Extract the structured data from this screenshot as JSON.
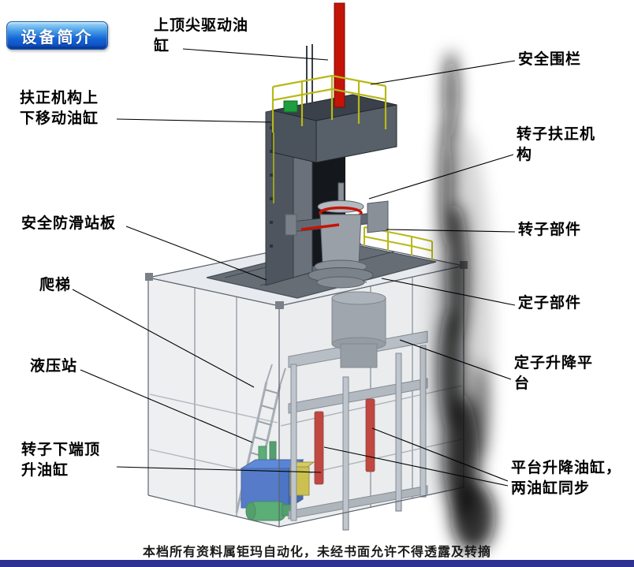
{
  "badge": {
    "label": "设备简介"
  },
  "callouts": {
    "top_tip_cylinder": {
      "label": "上顶尖驱动油\n缸"
    },
    "safety_fence": {
      "label": "安全围栏"
    },
    "centering_updown_cylinder": {
      "label": "扶正机构上\n下移动油缸"
    },
    "rotor_centering_mechanism": {
      "label": "转子扶正机\n构"
    },
    "antislip_platform": {
      "label": "安全防滑站板"
    },
    "rotor_parts": {
      "label": "转子部件"
    },
    "ladder": {
      "label": "爬梯"
    },
    "stator_parts": {
      "label": "定子部件"
    },
    "hydraulic_station": {
      "label": "液压站"
    },
    "stator_lift_platform": {
      "label": "定子升降平\n台"
    },
    "rotor_bottom_jack_cylinder": {
      "label": "转子下端顶\n升油缸"
    },
    "platform_lift_cylinders": {
      "label": "平台升降油缸，\n两油缸同步"
    }
  },
  "footer": {
    "disclaimer": "本档所有资料属钜玛自动化，未经书面允许不得透露及转摘"
  },
  "colors": {
    "accent_red": "#c41408",
    "railing_yellow": "#b8b818",
    "hydraulic_blue": "#1f55c4",
    "motor_green": "#28a04a",
    "badge_blue": "#1565d8",
    "bottom_bar_navy": "#2e3192"
  }
}
